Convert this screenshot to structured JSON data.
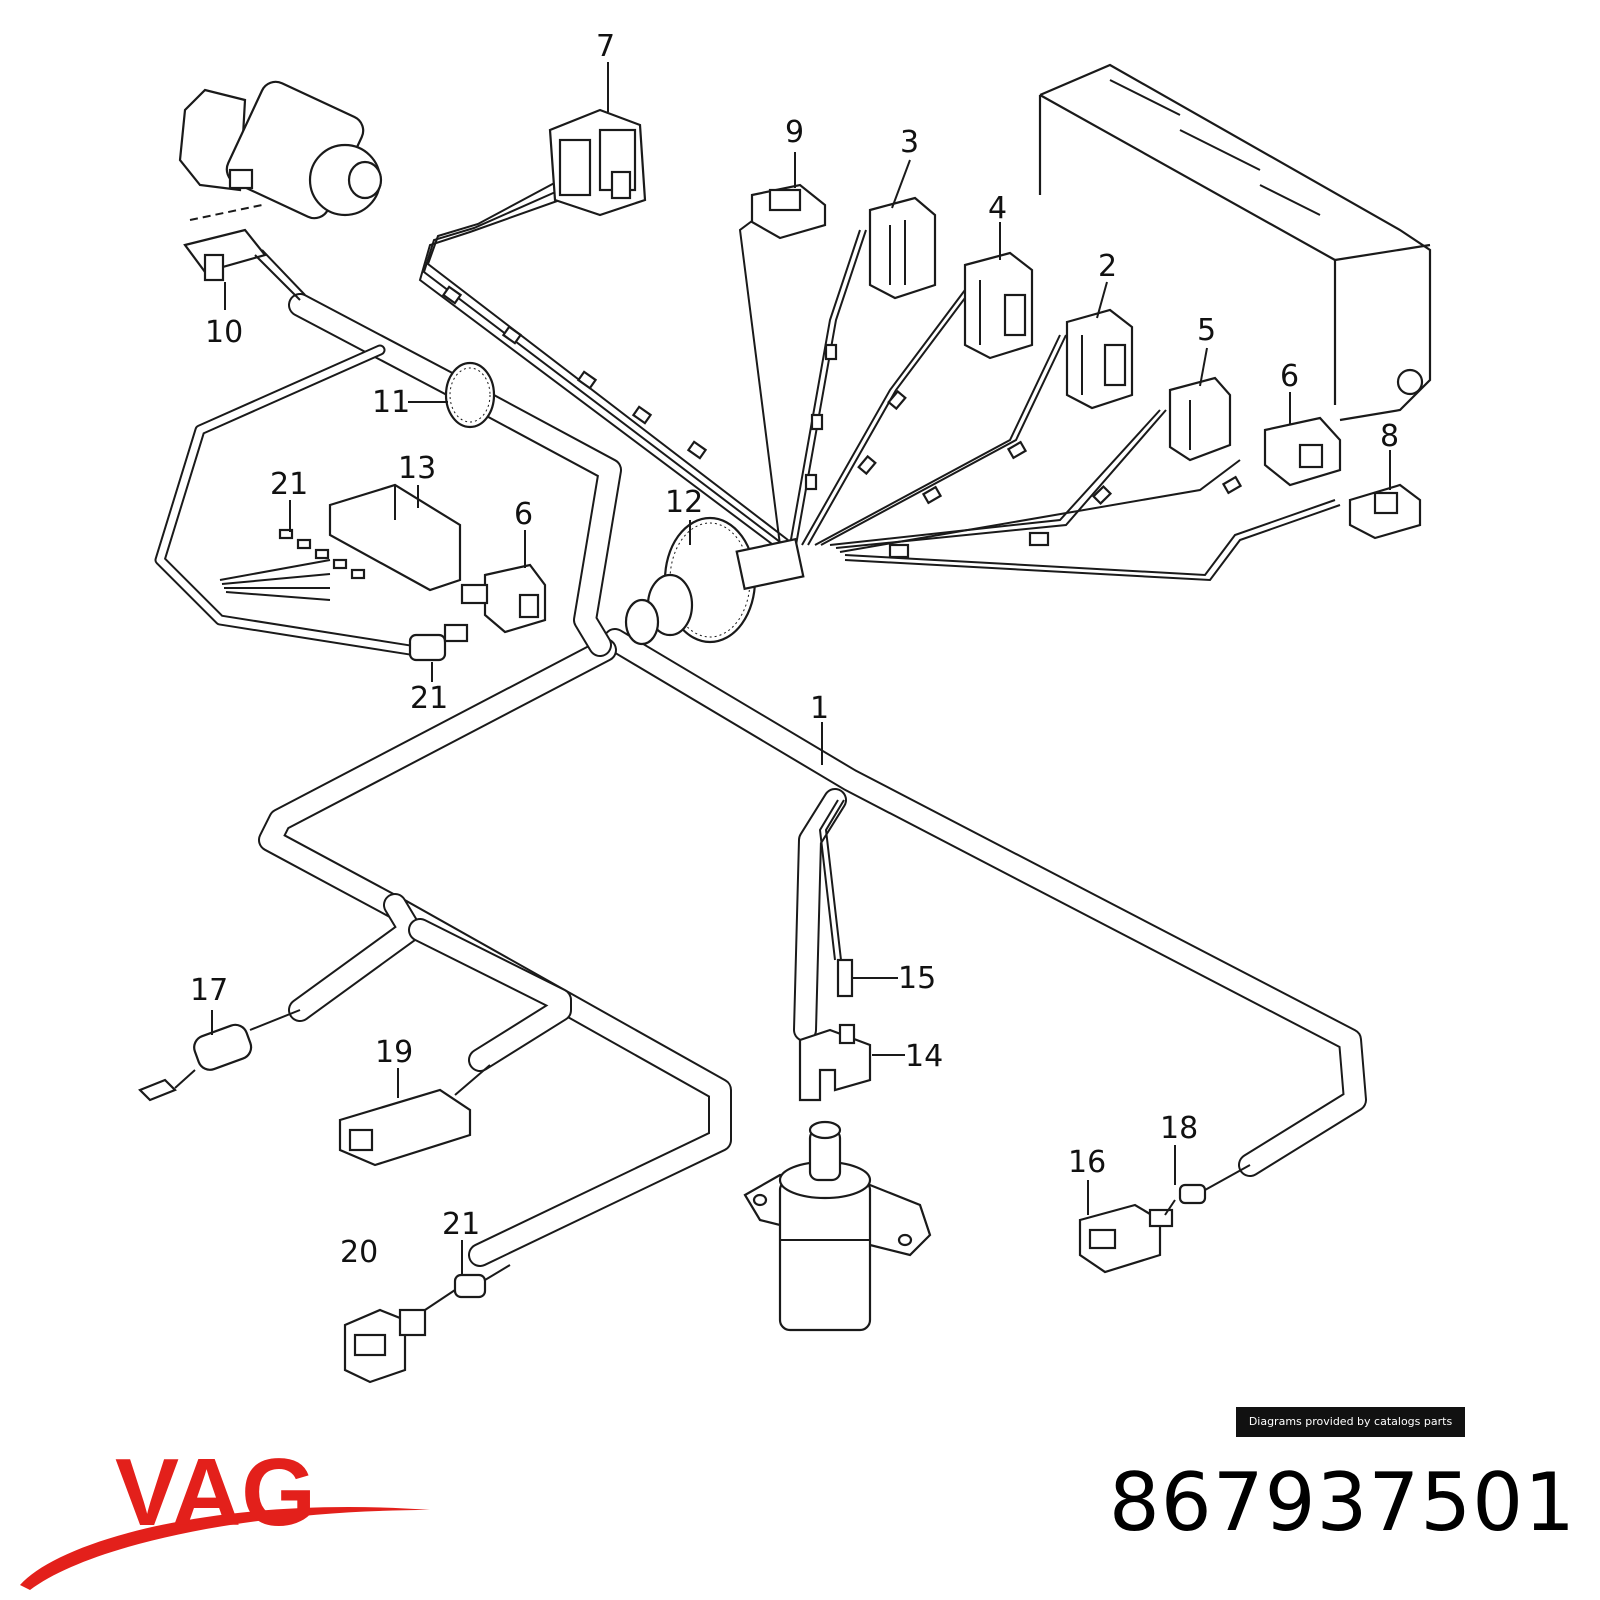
{
  "callouts": {
    "c1": "1",
    "c2": "2",
    "c3": "3",
    "c4": "4",
    "c5": "5",
    "c6a": "6",
    "c6b": "6",
    "c7": "7",
    "c8": "8",
    "c9": "9",
    "c10": "10",
    "c11": "11",
    "c12": "12",
    "c13": "13",
    "c14": "14",
    "c15": "15",
    "c16": "16",
    "c17": "17",
    "c18": "18",
    "c19": "19",
    "c20": "20",
    "c21a": "21",
    "c21b": "21",
    "c21c": "21"
  },
  "credit": "Diagrams provided by catalogs parts",
  "part_number": "867937501",
  "brand": {
    "name": "VAG",
    "color": "#e3201b"
  }
}
